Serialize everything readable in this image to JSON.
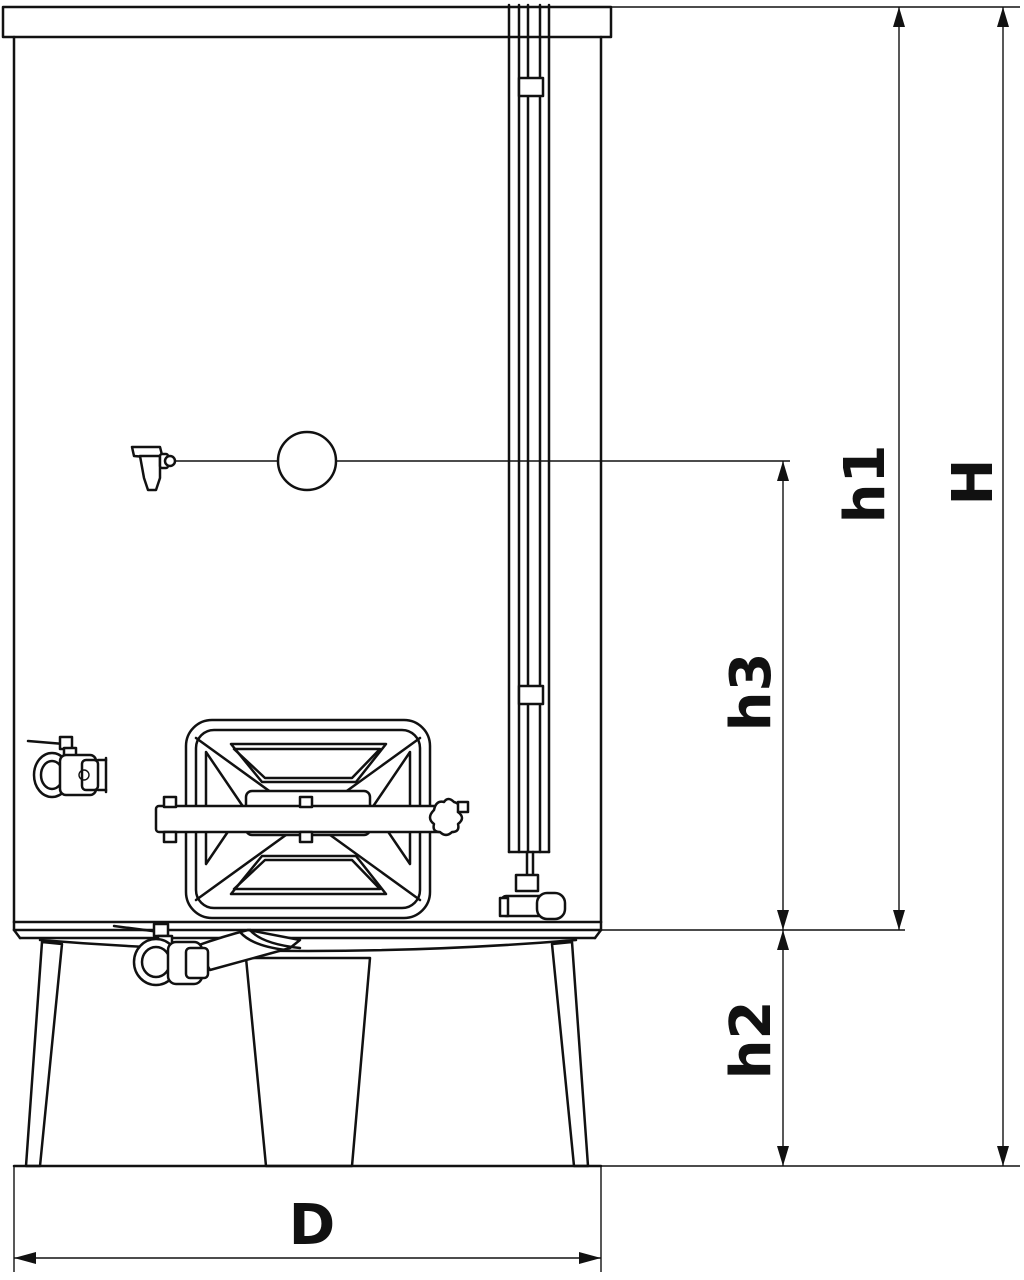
{
  "labels": {
    "height_total": "H",
    "height_top": "h1",
    "height_legs": "h2",
    "height_outlet": "h3",
    "diameter": "D"
  },
  "colors": {
    "stroke": "#111111",
    "background": "#ffffff"
  }
}
